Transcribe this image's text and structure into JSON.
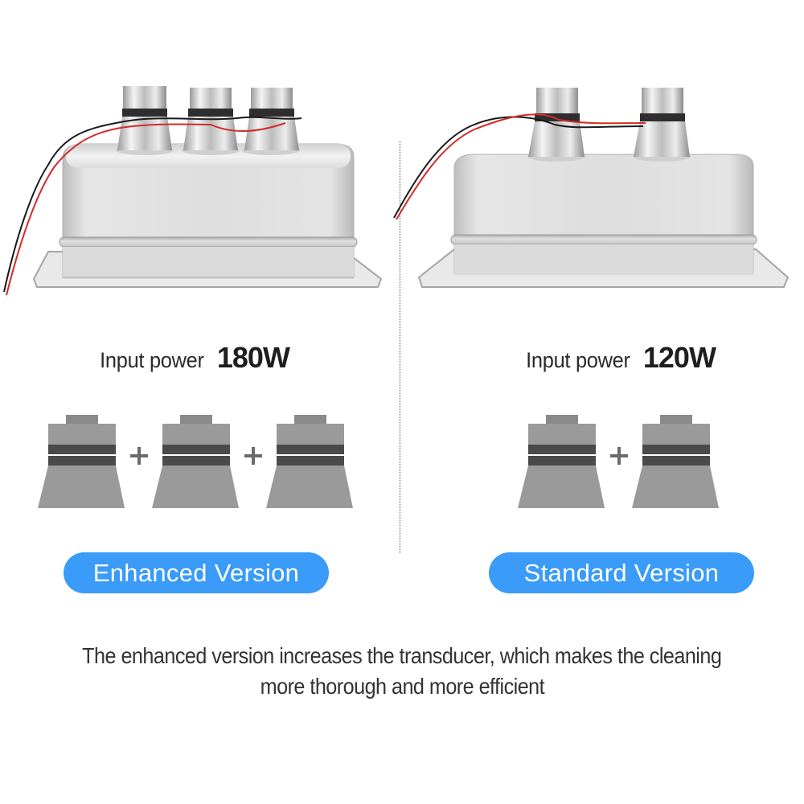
{
  "products": [
    {
      "id": "enhanced",
      "photo_alt": "stainless-steel-tank-with-3-transducers",
      "transducer_count": 3,
      "power_label": "Input power",
      "power_value": "180W",
      "badge_label": "Enhanced Version"
    },
    {
      "id": "standard",
      "photo_alt": "stainless-steel-tank-with-2-transducers",
      "transducer_count": 2,
      "power_label": "Input power",
      "power_value": "120W",
      "badge_label": "Standard Version"
    }
  ],
  "icons": {
    "transducer": "transducer-icon",
    "plus": "plus-icon"
  },
  "caption": {
    "line1": "The enhanced version increases the transducer, which makes the cleaning",
    "line2": "more thorough and more efficient"
  },
  "colors": {
    "badge_bg": "#3a9bf8",
    "badge_text": "#ffffff",
    "icon_light": "#9a9a9a",
    "icon_dark": "#4a4a4a",
    "icon_cap": "#8a8a8a",
    "text": "#222222"
  }
}
